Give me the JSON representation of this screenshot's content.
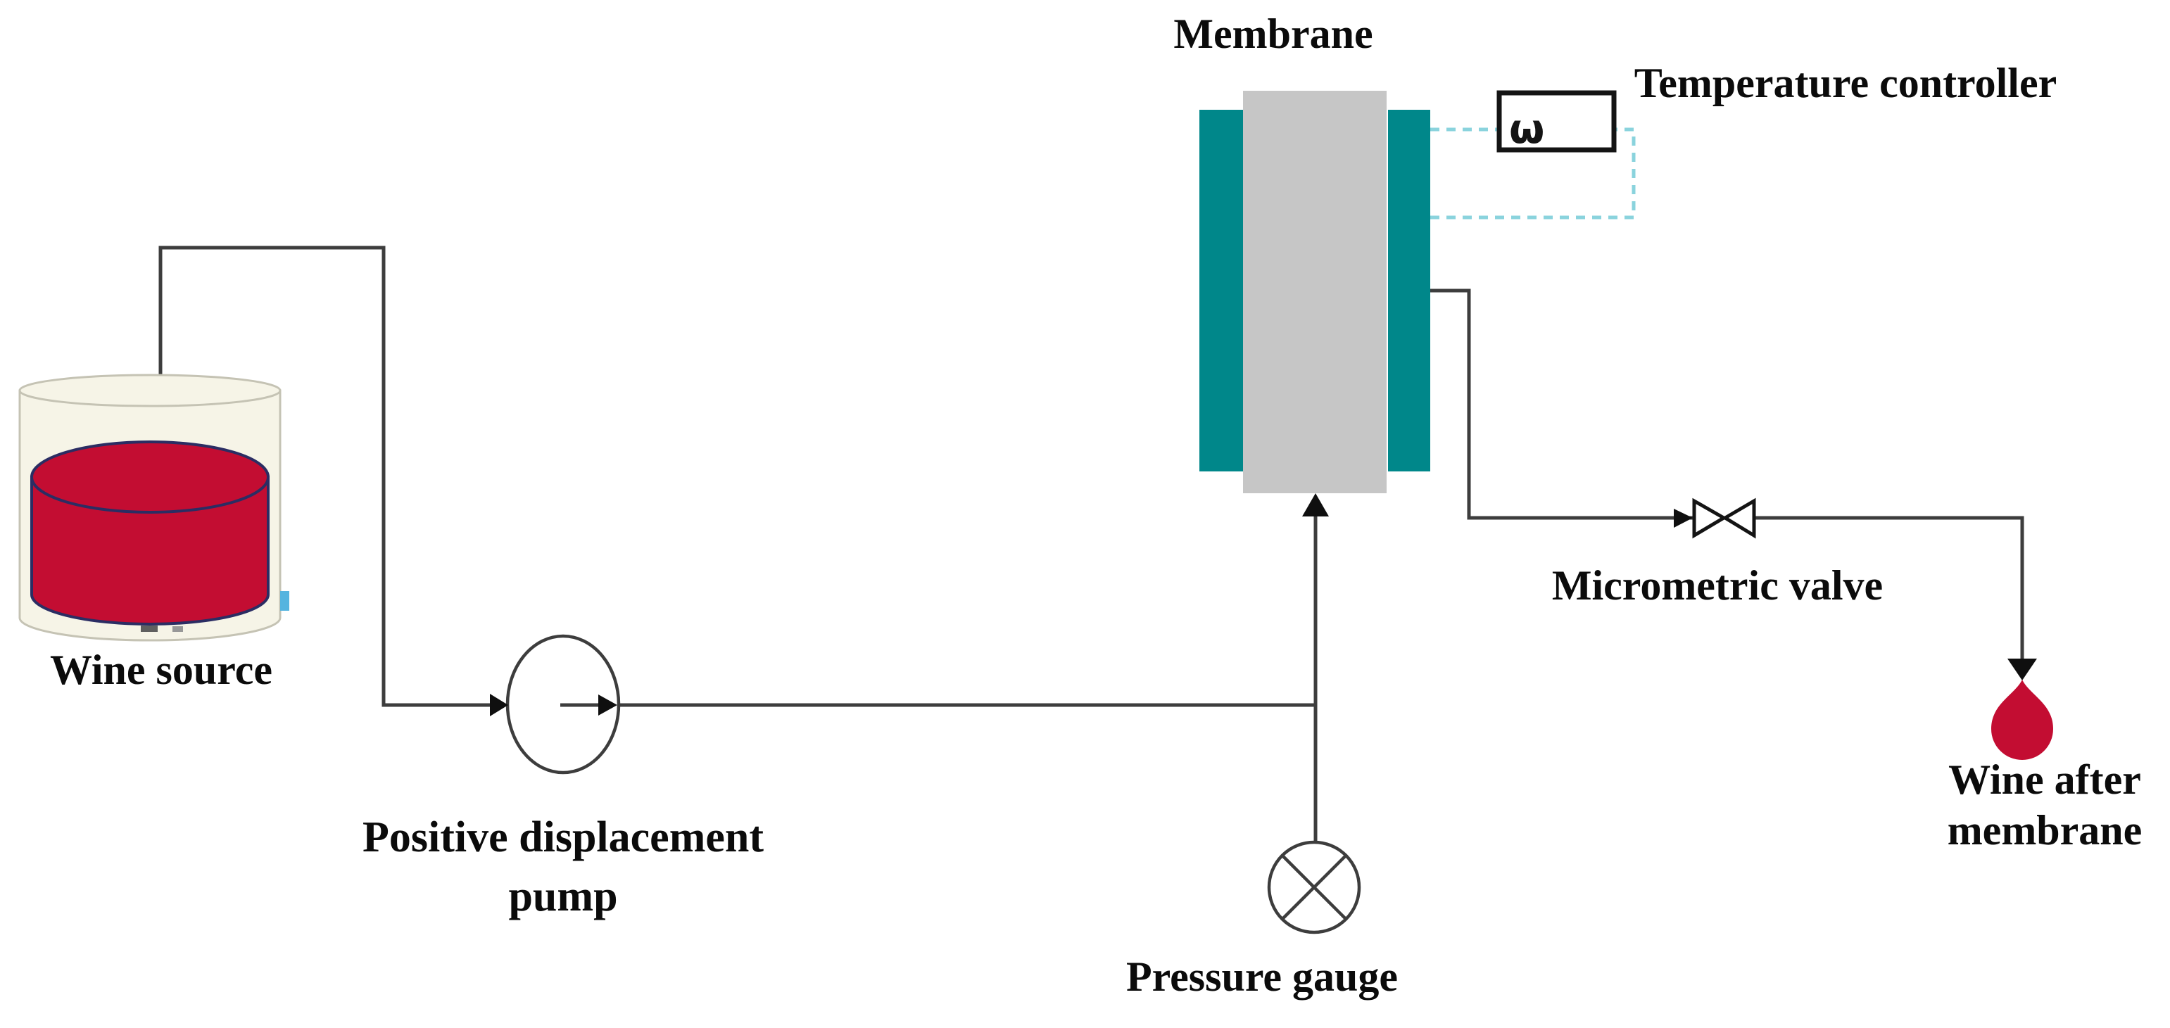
{
  "figure": {
    "type": "process-flow-diagram",
    "description": "Wine membrane filtration rig schematic",
    "background": "#ffffff"
  },
  "labels": {
    "wine_source": "Wine source",
    "pump_line1": "Positive displacement",
    "pump_line2": "pump",
    "membrane": "Membrane",
    "temperature_controller": "Temperature controller",
    "micrometric_valve": "Micrometric valve",
    "pressure_gauge": "Pressure gauge",
    "wine_after_line1": "Wine after",
    "wine_after_line2": "membrane",
    "temp_sensor_glyph": "ω"
  },
  "colors": {
    "line": "#3d3d3d",
    "arrow": "#0f0f0f",
    "membrane_gray": "#C6C6C6",
    "membrane_teal": "#00878A",
    "dashed_teal": "#8AD3DD",
    "wine_red": "#C30D32",
    "wine_outline": "#2B2D63",
    "container_fill": "#F6F4E7",
    "container_stroke": "#C5C3B4",
    "tab_blue": "#55B4DF",
    "foot_dark": "#5f5f5f",
    "foot_light": "#989898",
    "symbol_stroke": "#141414",
    "symbol_fill": "#ffffff",
    "text": "#0b0b0b"
  }
}
